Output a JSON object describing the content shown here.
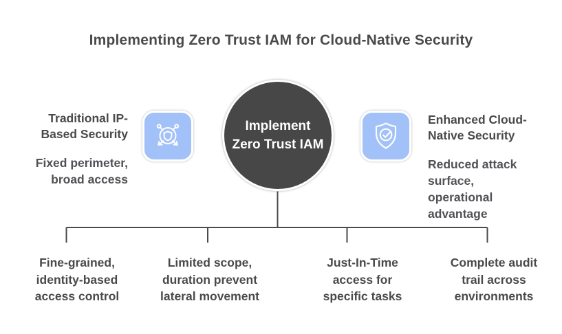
{
  "title": "Implementing Zero Trust IAM for Cloud-Native Security",
  "center": {
    "label": "Implement\nZero Trust IAM"
  },
  "left": {
    "icon": "network-shield-icon",
    "heading": "Traditional IP-\nBased Security",
    "body": "Fixed perimeter,\nbroad access"
  },
  "right": {
    "icon": "shield-check-icon",
    "heading": "Enhanced Cloud-\nNative Security",
    "body": "Reduced attack\nsurface,\noperational\nadvantage"
  },
  "benefits": [
    {
      "label": "Fine-grained,\nidentity-based\naccess control"
    },
    {
      "label": "Limited scope,\nduration prevent\nlateral movement"
    },
    {
      "label": "Just-In-Time\naccess for\nspecific tasks"
    },
    {
      "label": "Complete audit\ntrail across\nenvironments"
    }
  ],
  "colors": {
    "background": "#ffffff",
    "text_dark": "#4a4a4c",
    "text_body": "#515156",
    "circle_fill": "#474747",
    "circle_text": "#ffffff",
    "tile_blue": "#a1c1f8",
    "icon_stroke": "#fdfdfd",
    "connector_line": "#4a4a4a"
  }
}
